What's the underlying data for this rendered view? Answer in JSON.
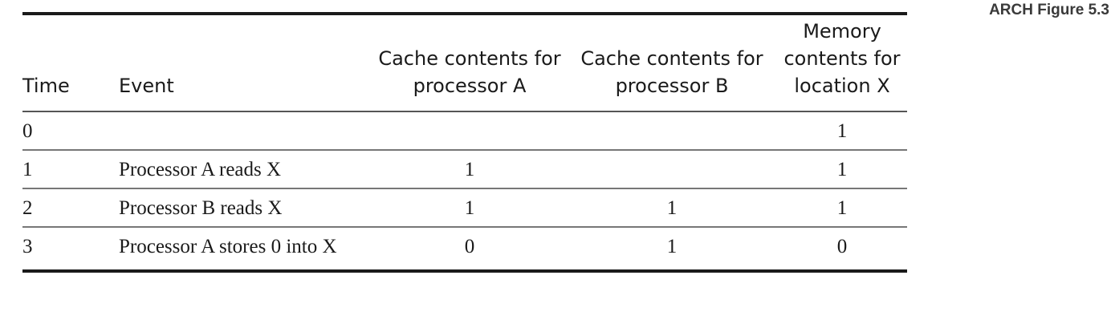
{
  "figure_label": "ARCH Figure 5.3",
  "table": {
    "headers": {
      "time": "Time",
      "event": "Event",
      "cache_a": "Cache contents for processor A",
      "cache_b": "Cache contents for processor B",
      "memory": "Memory contents for location X"
    },
    "rows": [
      {
        "time": "0",
        "event": "",
        "cache_a": "",
        "cache_b": "",
        "memory": "1"
      },
      {
        "time": "1",
        "event": "Processor A reads X",
        "cache_a": "1",
        "cache_b": "",
        "memory": "1"
      },
      {
        "time": "2",
        "event": "Processor B reads X",
        "cache_a": "1",
        "cache_b": "1",
        "memory": "1"
      },
      {
        "time": "3",
        "event": "Processor A stores 0 into X",
        "cache_a": "0",
        "cache_b": "1",
        "memory": "0"
      }
    ]
  }
}
